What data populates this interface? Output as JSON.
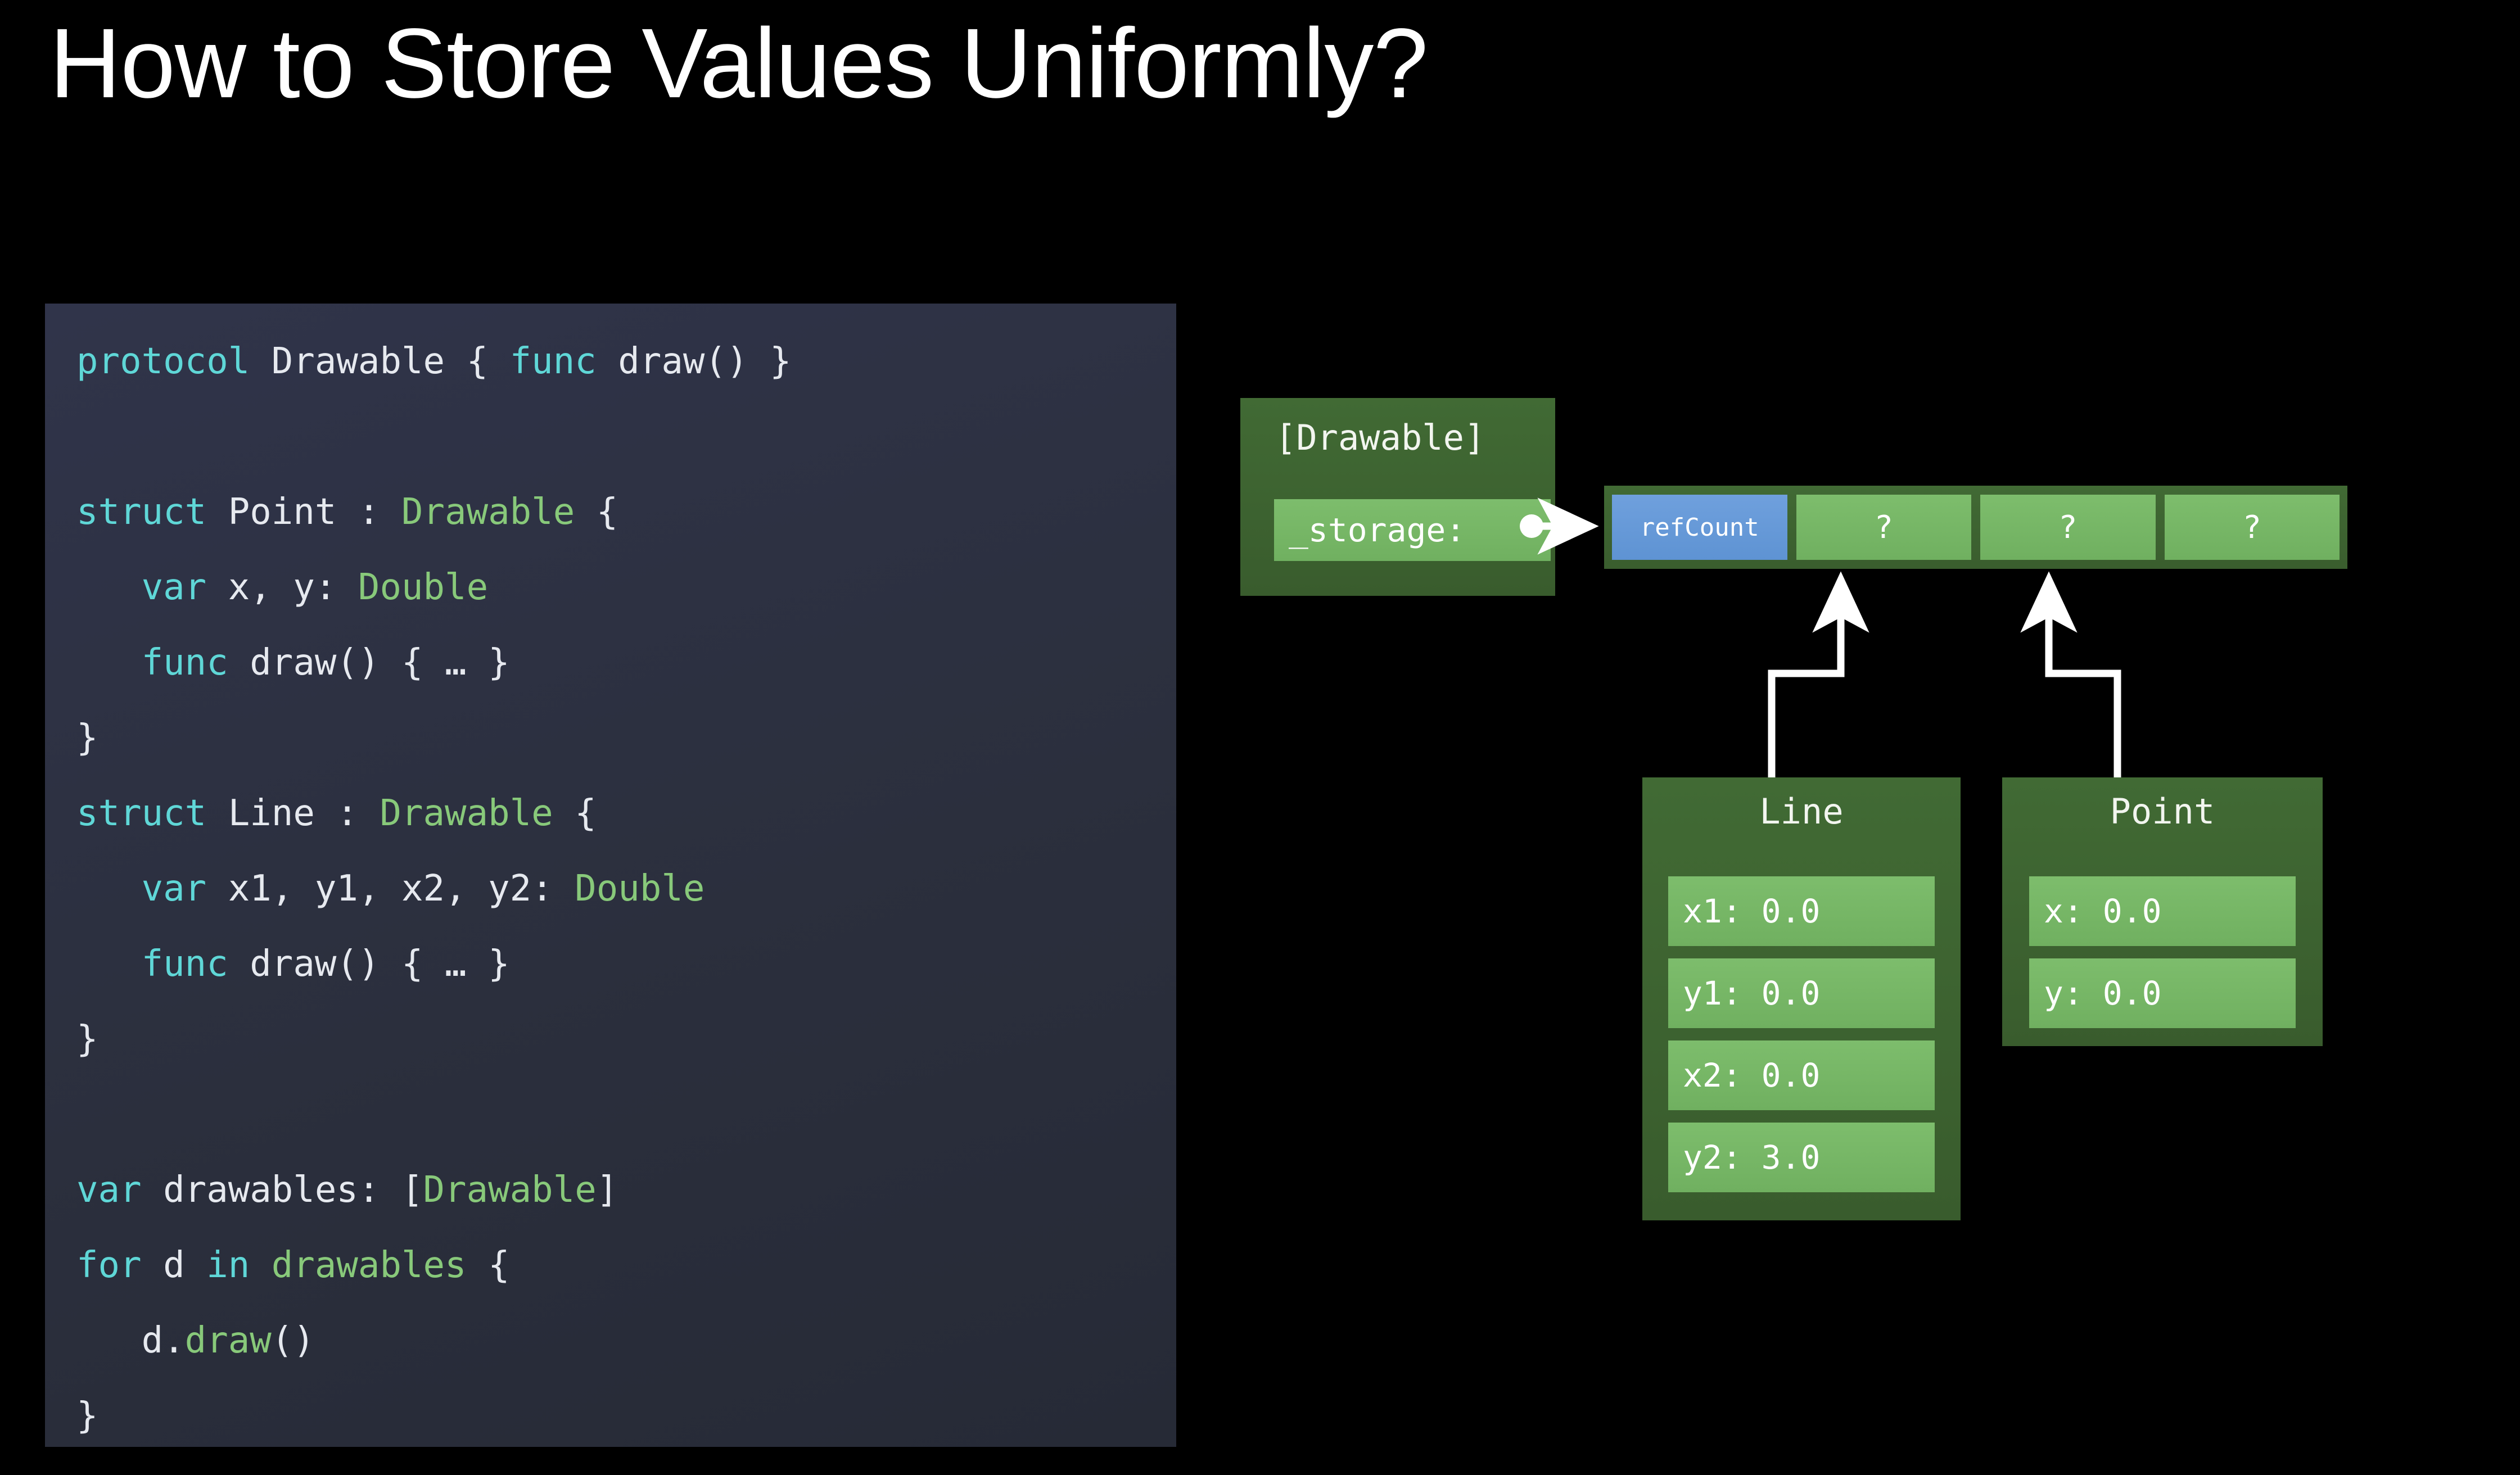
{
  "slide": {
    "title": "How to Store Values Uniformly?",
    "background_color": "#000000"
  },
  "code_panel": {
    "background_color": "#2c303e",
    "highlight_color": "#415771",
    "keyword_color": "#5fd7d7",
    "type_color": "#88c97a",
    "plain_color": "#e6e9ef",
    "language": "swift",
    "lines": [
      {
        "id": "l1",
        "text": "protocol Drawable { func draw() }",
        "tokens": [
          {
            "t": "protocol",
            "c": "k"
          },
          {
            "t": " Drawable { ",
            "c": "p"
          },
          {
            "t": "func",
            "c": "k"
          },
          {
            "t": " draw() }",
            "c": "p"
          }
        ]
      },
      {
        "id": "l2",
        "text": "",
        "tokens": []
      },
      {
        "id": "l3",
        "text": "struct Point : Drawable {",
        "tokens": [
          {
            "t": "struct",
            "c": "k"
          },
          {
            "t": " Point : ",
            "c": "p"
          },
          {
            "t": "Drawable",
            "c": "t"
          },
          {
            "t": " {",
            "c": "p"
          }
        ]
      },
      {
        "id": "l4",
        "text": "   var x, y: Double",
        "tokens": [
          {
            "t": "   ",
            "c": "p"
          },
          {
            "t": "var",
            "c": "k"
          },
          {
            "t": " x, y: ",
            "c": "p"
          },
          {
            "t": "Double",
            "c": "t"
          }
        ]
      },
      {
        "id": "l5",
        "text": "   func draw() { … }",
        "tokens": [
          {
            "t": "   ",
            "c": "p"
          },
          {
            "t": "func",
            "c": "k"
          },
          {
            "t": " draw() { … }",
            "c": "p"
          }
        ]
      },
      {
        "id": "l6",
        "text": "}",
        "tokens": [
          {
            "t": "}",
            "c": "p"
          }
        ]
      },
      {
        "id": "l7",
        "text": "struct Line : Drawable {",
        "tokens": [
          {
            "t": "struct",
            "c": "k"
          },
          {
            "t": " Line : ",
            "c": "p"
          },
          {
            "t": "Drawable",
            "c": "t"
          },
          {
            "t": " {",
            "c": "p"
          }
        ]
      },
      {
        "id": "l8",
        "text": "   var x1, y1, x2, y2: Double",
        "tokens": [
          {
            "t": "   ",
            "c": "p"
          },
          {
            "t": "var",
            "c": "k"
          },
          {
            "t": " x1, y1, x2, y2: ",
            "c": "p"
          },
          {
            "t": "Double",
            "c": "t"
          }
        ]
      },
      {
        "id": "l9",
        "text": "   func draw() { … }",
        "tokens": [
          {
            "t": "   ",
            "c": "p"
          },
          {
            "t": "func",
            "c": "k"
          },
          {
            "t": " draw() { … }",
            "c": "p"
          }
        ]
      },
      {
        "id": "l10",
        "text": "}",
        "tokens": [
          {
            "t": "}",
            "c": "p"
          }
        ]
      },
      {
        "id": "l11",
        "text": "",
        "tokens": []
      },
      {
        "id": "l12",
        "text": "var drawables: [Drawable]",
        "highlighted": true,
        "tokens": [
          {
            "t": "var",
            "c": "k"
          },
          {
            "t": " drawables: [",
            "c": "p"
          },
          {
            "t": "Drawable",
            "c": "t"
          },
          {
            "t": "]",
            "c": "p"
          }
        ]
      },
      {
        "id": "l13",
        "text": "for d in drawables {",
        "tokens": [
          {
            "t": "for",
            "c": "k"
          },
          {
            "t": " d ",
            "c": "p"
          },
          {
            "t": "in",
            "c": "k"
          },
          {
            "t": " ",
            "c": "p"
          },
          {
            "t": "drawables",
            "c": "t"
          },
          {
            "t": " {",
            "c": "p"
          }
        ]
      },
      {
        "id": "l14",
        "text": "   d.draw()",
        "tokens": [
          {
            "t": "   d.",
            "c": "p"
          },
          {
            "t": "draw",
            "c": "t"
          },
          {
            "t": "()",
            "c": "p"
          }
        ]
      },
      {
        "id": "l15",
        "text": "}",
        "tokens": [
          {
            "t": "}",
            "c": "p"
          }
        ]
      }
    ]
  },
  "diagram": {
    "colors": {
      "box_dark_green": "#3d6431",
      "field_light_green": "#78b767",
      "refcount_blue": "#6699d8",
      "arrow": "#ffffff"
    },
    "drawable_box": {
      "title": "[Drawable]",
      "storage_field": "_storage:"
    },
    "buffer": {
      "cells": [
        {
          "label": "refCount",
          "kind": "refcount"
        },
        {
          "label": "?",
          "kind": "empty"
        },
        {
          "label": "?",
          "kind": "empty"
        },
        {
          "label": "?",
          "kind": "empty"
        }
      ]
    },
    "line_box": {
      "title": "Line",
      "fields": [
        {
          "label": "x1: 0.0"
        },
        {
          "label": "y1: 0.0"
        },
        {
          "label": "x2: 0.0"
        },
        {
          "label": "y2: 3.0"
        }
      ]
    },
    "point_box": {
      "title": "Point",
      "fields": [
        {
          "label": "x: 0.0"
        },
        {
          "label": "y: 0.0"
        }
      ]
    },
    "connections": [
      {
        "from": "storage-field",
        "to": "buffer-cell-refcount",
        "style": "dot-arrow-horizontal"
      },
      {
        "from": "line-box",
        "to": "buffer-cell-2",
        "style": "elbow-arrow-up"
      },
      {
        "from": "point-box",
        "to": "buffer-cell-3",
        "style": "elbow-arrow-up"
      }
    ]
  }
}
